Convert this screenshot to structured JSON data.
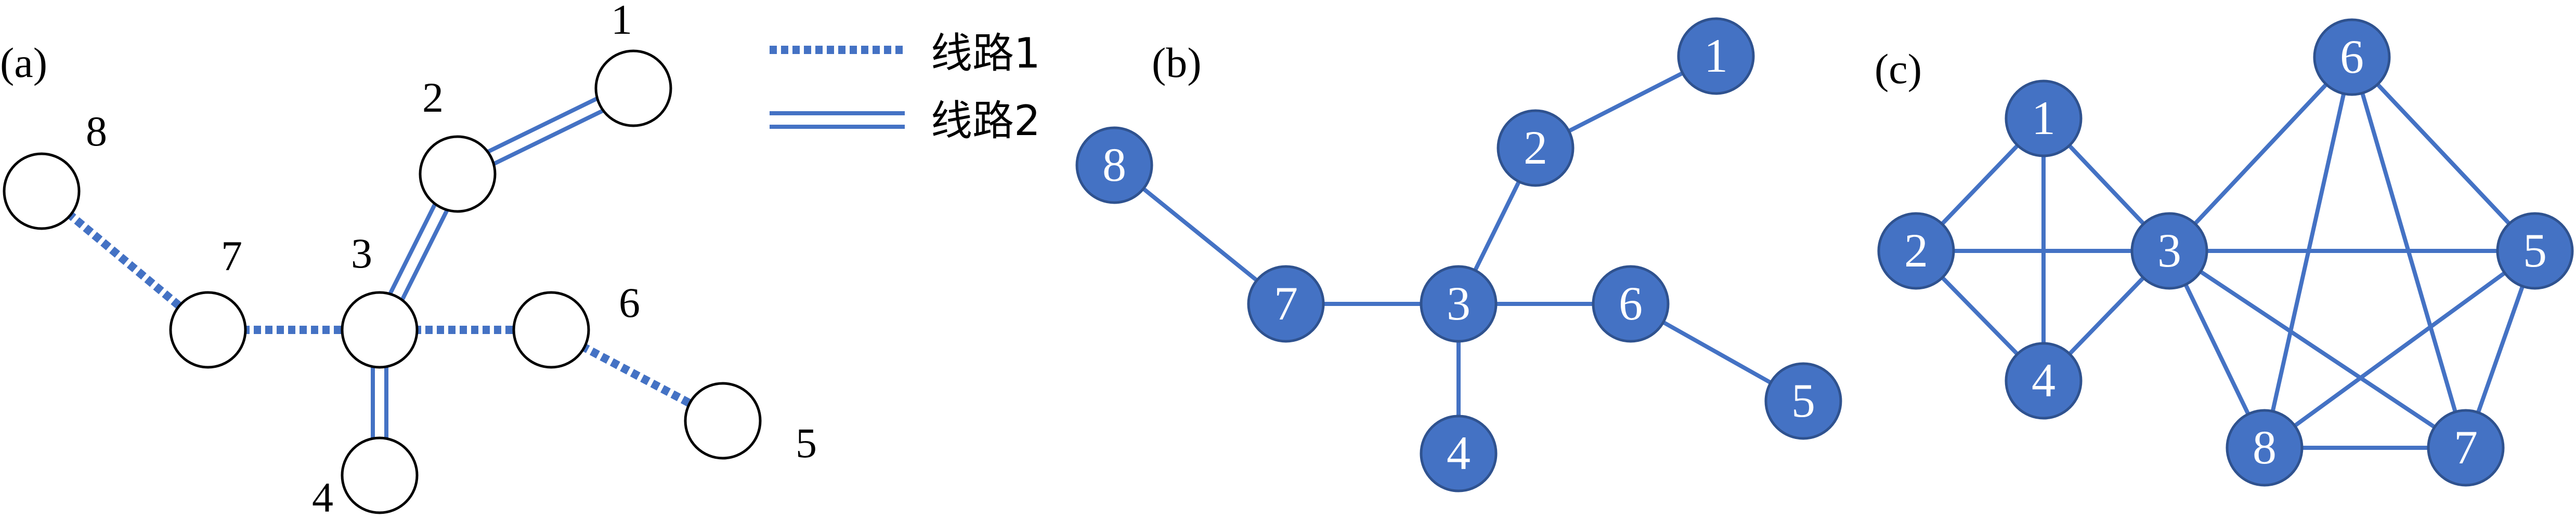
{
  "colors": {
    "line": "#4472C4",
    "node_fill": "#4472C4",
    "node_stroke": "#2F528F",
    "node_text": "#ffffff",
    "outline": "#000000"
  },
  "panel_a": {
    "label": "(a)",
    "legend": [
      {
        "style": "dotted",
        "label": "线路1"
      },
      {
        "style": "double",
        "label": "线路2"
      }
    ],
    "nodes": [
      {
        "id": "1",
        "label": "1"
      },
      {
        "id": "2",
        "label": "2"
      },
      {
        "id": "3",
        "label": "3"
      },
      {
        "id": "4",
        "label": "4"
      },
      {
        "id": "5",
        "label": "5"
      },
      {
        "id": "6",
        "label": "6"
      },
      {
        "id": "7",
        "label": "7"
      },
      {
        "id": "8",
        "label": "8"
      }
    ],
    "edges": [
      {
        "from": "8",
        "to": "7",
        "style": "dotted"
      },
      {
        "from": "7",
        "to": "3",
        "style": "dotted"
      },
      {
        "from": "3",
        "to": "6",
        "style": "dotted"
      },
      {
        "from": "6",
        "to": "5",
        "style": "dotted"
      },
      {
        "from": "1",
        "to": "2",
        "style": "double"
      },
      {
        "from": "2",
        "to": "3",
        "style": "double"
      },
      {
        "from": "3",
        "to": "4",
        "style": "double"
      }
    ]
  },
  "panel_b": {
    "label": "(b)",
    "nodes": [
      {
        "id": "1",
        "label": "1"
      },
      {
        "id": "2",
        "label": "2"
      },
      {
        "id": "3",
        "label": "3"
      },
      {
        "id": "4",
        "label": "4"
      },
      {
        "id": "5",
        "label": "5"
      },
      {
        "id": "6",
        "label": "6"
      },
      {
        "id": "7",
        "label": "7"
      },
      {
        "id": "8",
        "label": "8"
      }
    ],
    "edges": [
      {
        "from": "1",
        "to": "2"
      },
      {
        "from": "2",
        "to": "3"
      },
      {
        "from": "3",
        "to": "4"
      },
      {
        "from": "3",
        "to": "6"
      },
      {
        "from": "6",
        "to": "5"
      },
      {
        "from": "3",
        "to": "7"
      },
      {
        "from": "7",
        "to": "8"
      }
    ]
  },
  "panel_c": {
    "label": "(c)",
    "nodes": [
      {
        "id": "1",
        "label": "1"
      },
      {
        "id": "2",
        "label": "2"
      },
      {
        "id": "3",
        "label": "3"
      },
      {
        "id": "4",
        "label": "4"
      },
      {
        "id": "5",
        "label": "5"
      },
      {
        "id": "6",
        "label": "6"
      },
      {
        "id": "7",
        "label": "7"
      },
      {
        "id": "8",
        "label": "8"
      }
    ],
    "edges": [
      {
        "from": "1",
        "to": "2"
      },
      {
        "from": "1",
        "to": "3"
      },
      {
        "from": "1",
        "to": "4"
      },
      {
        "from": "2",
        "to": "3"
      },
      {
        "from": "2",
        "to": "4"
      },
      {
        "from": "3",
        "to": "4"
      },
      {
        "from": "3",
        "to": "6"
      },
      {
        "from": "3",
        "to": "5"
      },
      {
        "from": "3",
        "to": "7"
      },
      {
        "from": "3",
        "to": "8"
      },
      {
        "from": "5",
        "to": "6"
      },
      {
        "from": "5",
        "to": "7"
      },
      {
        "from": "5",
        "to": "8"
      },
      {
        "from": "6",
        "to": "7"
      },
      {
        "from": "6",
        "to": "8"
      },
      {
        "from": "7",
        "to": "8"
      }
    ]
  }
}
